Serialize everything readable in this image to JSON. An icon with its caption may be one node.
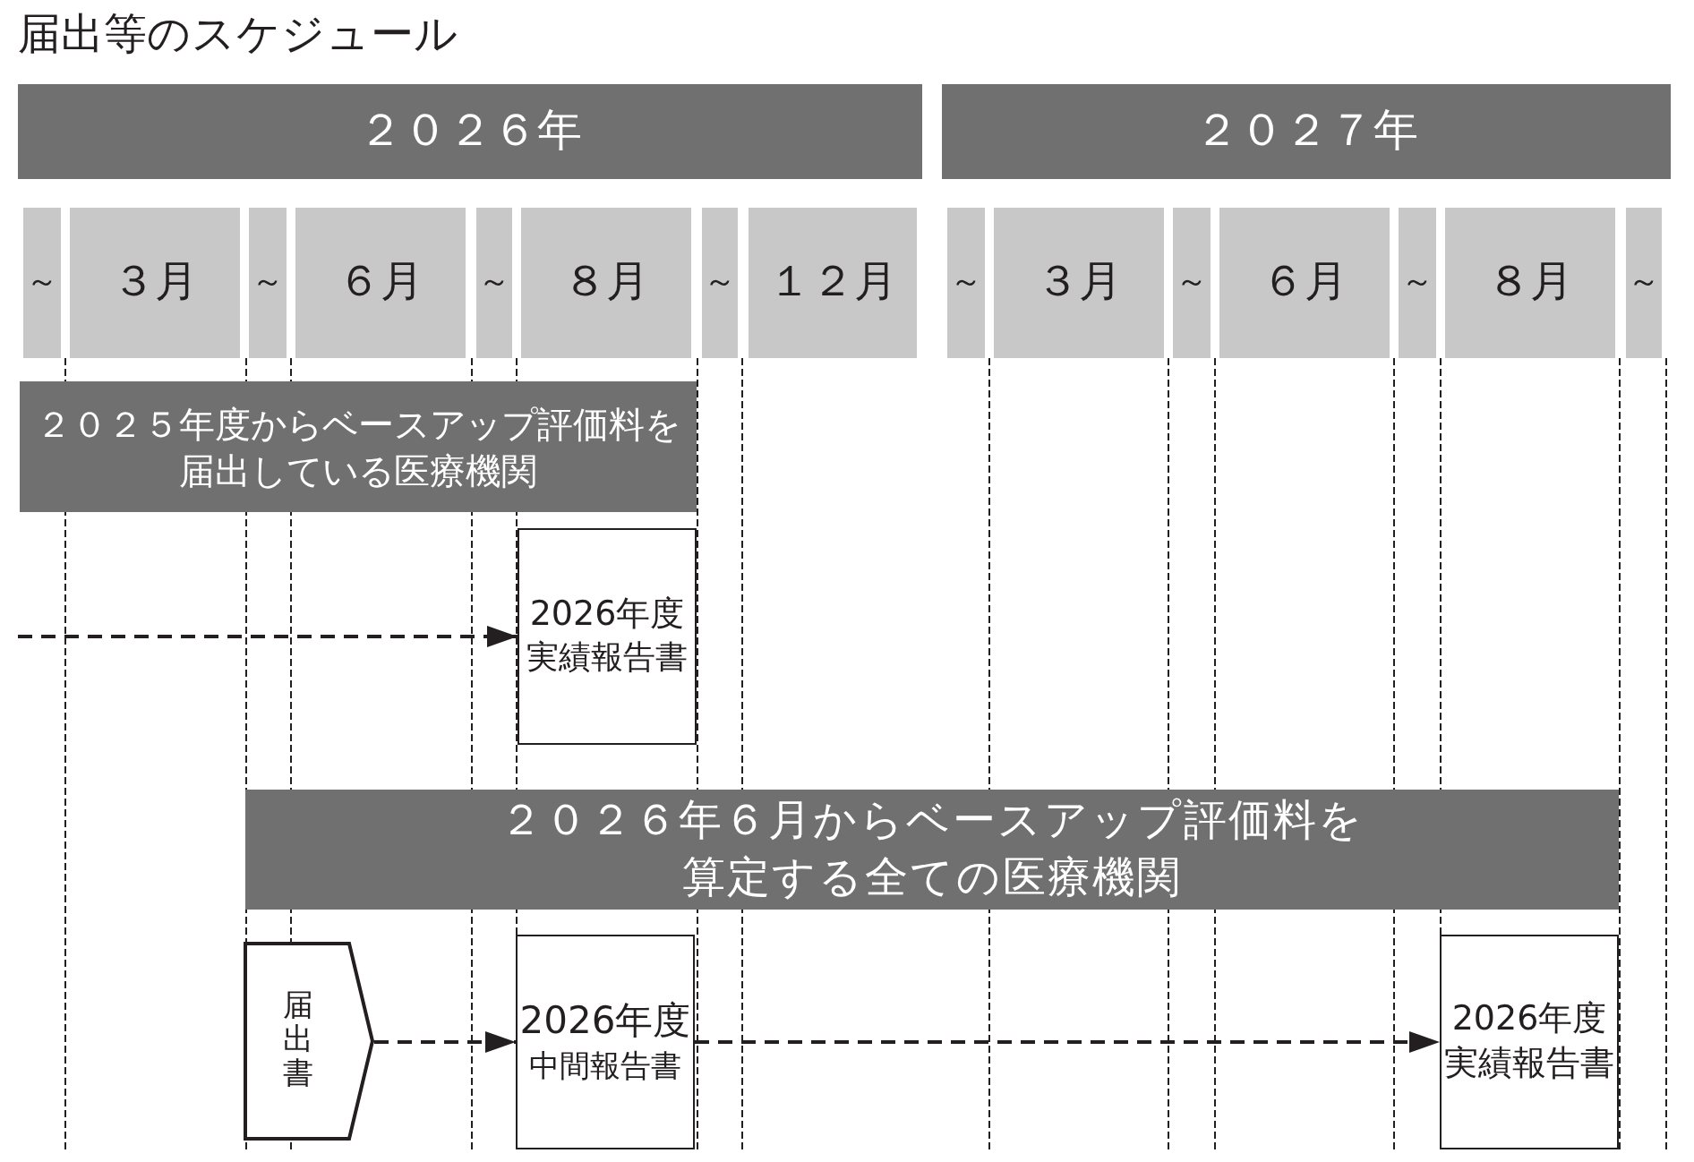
{
  "diagram": {
    "title": "届出等のスケジュール",
    "nodes": [
      {
        "text": [
          "２０２６年"
        ]
      },
      {
        "text": [
          "２０２７年"
        ]
      },
      {
        "text": [
          "～"
        ]
      },
      {
        "text": [
          "３月"
        ]
      },
      {
        "text": [
          "～"
        ]
      },
      {
        "text": [
          "６月"
        ]
      },
      {
        "text": [
          "～"
        ]
      },
      {
        "text": [
          "８月"
        ]
      },
      {
        "text": [
          "～"
        ]
      },
      {
        "text": [
          "１２月"
        ]
      },
      {
        "text": [
          "～"
        ]
      },
      {
        "text": [
          "３月"
        ]
      },
      {
        "text": [
          "～"
        ]
      },
      {
        "text": [
          "６月"
        ]
      },
      {
        "text": [
          "～"
        ]
      },
      {
        "text": [
          "８月"
        ]
      },
      {
        "text": [
          "～"
        ]
      },
      {
        "text": [
          "２０２５年度からベースアップ評価料を届出している医療機関"
        ]
      },
      {
        "text": [
          "2026年度",
          "実績報告書"
        ]
      },
      {
        "text": [
          "２０２６年６月からベースアップ評価料を算定する全ての医療機関"
        ]
      },
      {
        "text": [
          "届出書"
        ]
      },
      {
        "text": [
          "2026年度",
          "中間報告書"
        ]
      },
      {
        "text": [
          "2026年度",
          "実績報告書"
        ]
      }
    ],
    "edges": [
      {
        "from": null,
        "to": 18,
        "arrow": "to",
        "style": "dashed"
      },
      {
        "from": 20,
        "to": 21,
        "arrow": "to",
        "style": "dashed"
      },
      {
        "from": 21,
        "to": 22,
        "arrow": "to",
        "style": "dashed"
      }
    ]
  }
}
